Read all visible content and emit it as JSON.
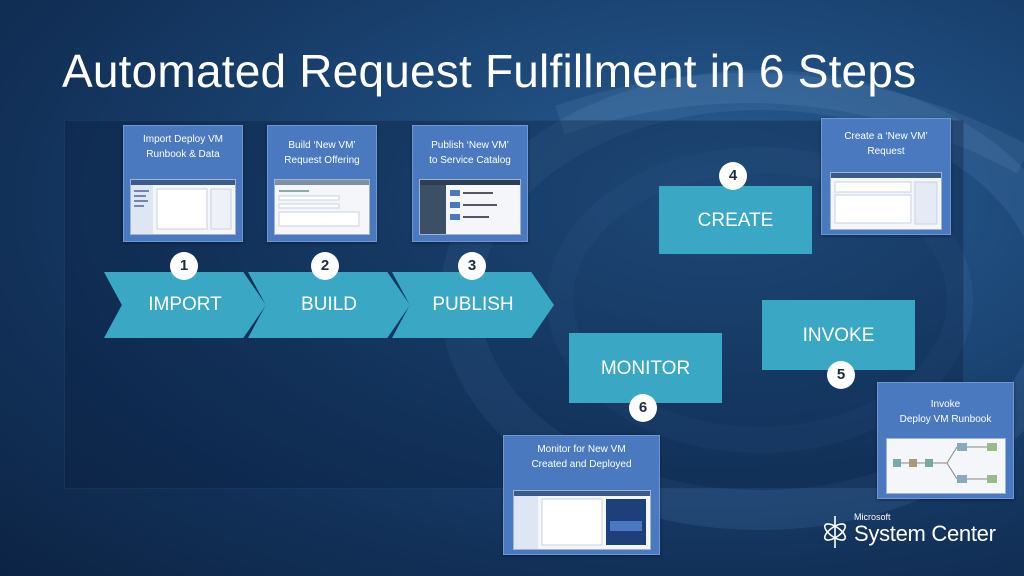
{
  "title": "Automated Request Fulfillment in 6 Steps",
  "cards": {
    "import": [
      "Import Deploy VM",
      "Runbook & Data"
    ],
    "build": [
      "Build ‘New VM’",
      "Request Offering"
    ],
    "publish": [
      "Publish ‘New VM’",
      "to Service Catalog"
    ],
    "create": [
      "Create  a  ‘New VM’",
      "Request"
    ],
    "invoke": [
      "Invoke",
      "Deploy VM Runbook"
    ],
    "monitor": [
      "Monitor for New VM",
      "Created and Deployed"
    ]
  },
  "steps": {
    "import": "IMPORT",
    "build": "BUILD",
    "publish": "PUBLISH",
    "create": "CREATE",
    "invoke": "INVOKE",
    "monitor": "MONITOR"
  },
  "badges": {
    "one": "1",
    "two": "2",
    "three": "3",
    "four": "4",
    "five": "5",
    "six": "6"
  },
  "logo": {
    "company": "Microsoft",
    "product": "System Center"
  },
  "colors": {
    "background": "#1c4777",
    "step_fill": "#3aa7c4",
    "card_fill": "#4a79c0",
    "badge_fill": "#ffffff"
  }
}
